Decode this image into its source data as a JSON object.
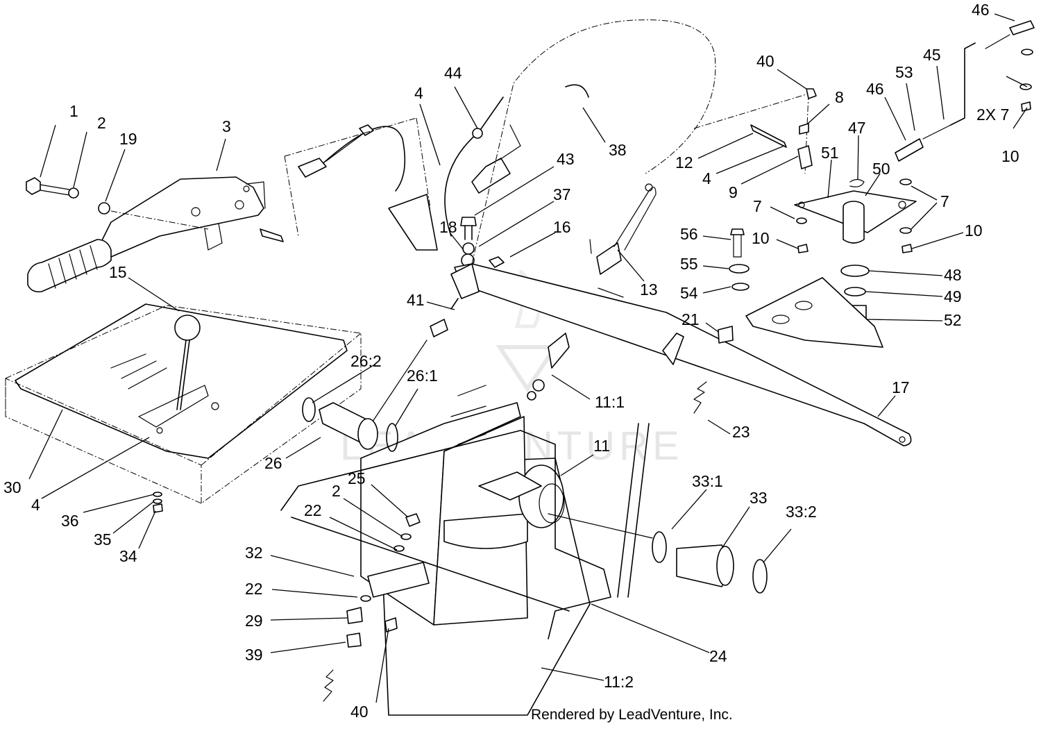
{
  "watermark": "LEADVENTURE",
  "credit": "Rendered by LeadVenture, Inc.",
  "callouts": [
    {
      "id": "1",
      "text": "1"
    },
    {
      "id": "2a",
      "text": "2"
    },
    {
      "id": "19",
      "text": "19"
    },
    {
      "id": "3",
      "text": "3"
    },
    {
      "id": "44",
      "text": "44"
    },
    {
      "id": "4a",
      "text": "4"
    },
    {
      "id": "43",
      "text": "43"
    },
    {
      "id": "38",
      "text": "38"
    },
    {
      "id": "37",
      "text": "37"
    },
    {
      "id": "18",
      "text": "18"
    },
    {
      "id": "16",
      "text": "16"
    },
    {
      "id": "15",
      "text": "15"
    },
    {
      "id": "41",
      "text": "41"
    },
    {
      "id": "13",
      "text": "13"
    },
    {
      "id": "40a",
      "text": "40"
    },
    {
      "id": "8",
      "text": "8"
    },
    {
      "id": "12",
      "text": "12"
    },
    {
      "id": "4b",
      "text": "4"
    },
    {
      "id": "9",
      "text": "9"
    },
    {
      "id": "46a",
      "text": "46"
    },
    {
      "id": "45",
      "text": "45"
    },
    {
      "id": "53",
      "text": "53"
    },
    {
      "id": "46b",
      "text": "46"
    },
    {
      "id": "2x7",
      "text": "2X 7"
    },
    {
      "id": "10a",
      "text": "10"
    },
    {
      "id": "47",
      "text": "47"
    },
    {
      "id": "51",
      "text": "51"
    },
    {
      "id": "50",
      "text": "50"
    },
    {
      "id": "7a",
      "text": "7"
    },
    {
      "id": "7b",
      "text": "7"
    },
    {
      "id": "10b",
      "text": "10"
    },
    {
      "id": "10c",
      "text": "10"
    },
    {
      "id": "56",
      "text": "56"
    },
    {
      "id": "55",
      "text": "55"
    },
    {
      "id": "54",
      "text": "54"
    },
    {
      "id": "48",
      "text": "48"
    },
    {
      "id": "49",
      "text": "49"
    },
    {
      "id": "21",
      "text": "21"
    },
    {
      "id": "52",
      "text": "52"
    },
    {
      "id": "17",
      "text": "17"
    },
    {
      "id": "26_2",
      "text": "26:2"
    },
    {
      "id": "26_1",
      "text": "26:1"
    },
    {
      "id": "11_1",
      "text": "11:1"
    },
    {
      "id": "23",
      "text": "23"
    },
    {
      "id": "26",
      "text": "26"
    },
    {
      "id": "11",
      "text": "11"
    },
    {
      "id": "30",
      "text": "30"
    },
    {
      "id": "4c",
      "text": "4"
    },
    {
      "id": "36",
      "text": "36"
    },
    {
      "id": "35",
      "text": "35"
    },
    {
      "id": "34",
      "text": "34"
    },
    {
      "id": "25",
      "text": "25"
    },
    {
      "id": "2b",
      "text": "2"
    },
    {
      "id": "22a",
      "text": "22"
    },
    {
      "id": "32",
      "text": "32"
    },
    {
      "id": "22b",
      "text": "22"
    },
    {
      "id": "29",
      "text": "29"
    },
    {
      "id": "39",
      "text": "39"
    },
    {
      "id": "40b",
      "text": "40"
    },
    {
      "id": "33_1",
      "text": "33:1"
    },
    {
      "id": "33",
      "text": "33"
    },
    {
      "id": "33_2",
      "text": "33:2"
    },
    {
      "id": "24",
      "text": "24"
    },
    {
      "id": "11_2",
      "text": "11:2"
    }
  ]
}
